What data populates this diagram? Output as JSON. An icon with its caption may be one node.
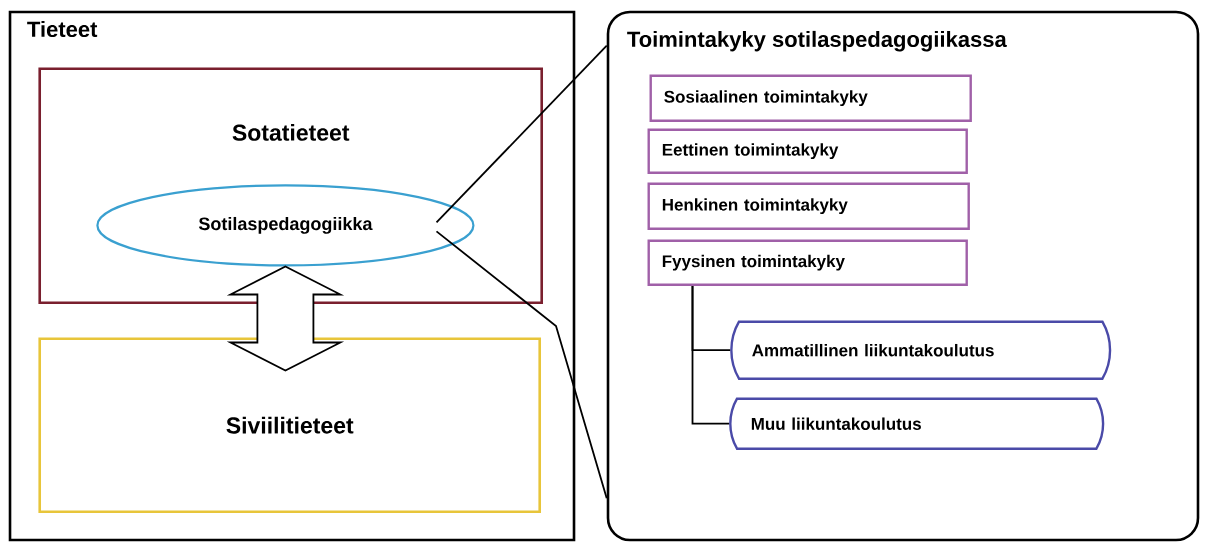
{
  "diagram": {
    "nodes": [
      {
        "text": [
          "Tieteet"
        ]
      },
      {
        "text": [
          "Sotatieteet"
        ],
        "in": 0
      },
      {
        "text": [
          "Sotilaspedagogiikka"
        ],
        "in": 1
      },
      {
        "text": [
          "Siviilitieteet"
        ],
        "in": 0
      },
      {
        "text": [
          "Toimintakyky sotilaspedagogiikassa"
        ]
      },
      {
        "text": [
          "Sosiaalinen toimintakyky"
        ],
        "in": 4
      },
      {
        "text": [
          "Eettinen toimintakyky"
        ],
        "in": 4
      },
      {
        "text": [
          "Henkinen toimintakyky"
        ],
        "in": 4
      },
      {
        "text": [
          "Fyysinen toimintakyky"
        ],
        "in": 4
      },
      {
        "text": [
          "Ammatillinen liikuntakoulutus"
        ],
        "in": 4
      },
      {
        "text": [
          "Muu liikuntakoulutus"
        ],
        "in": 4
      }
    ],
    "edges": [
      {
        "from": 2,
        "to": 3,
        "arrow": "both"
      },
      {
        "from": 2,
        "to": 4,
        "arrow": "none"
      },
      {
        "from": 2,
        "to": 4,
        "arrow": "none"
      },
      {
        "from": 8,
        "to": 9,
        "arrow": "none"
      },
      {
        "from": 8,
        "to": 10,
        "arrow": "none"
      }
    ]
  }
}
